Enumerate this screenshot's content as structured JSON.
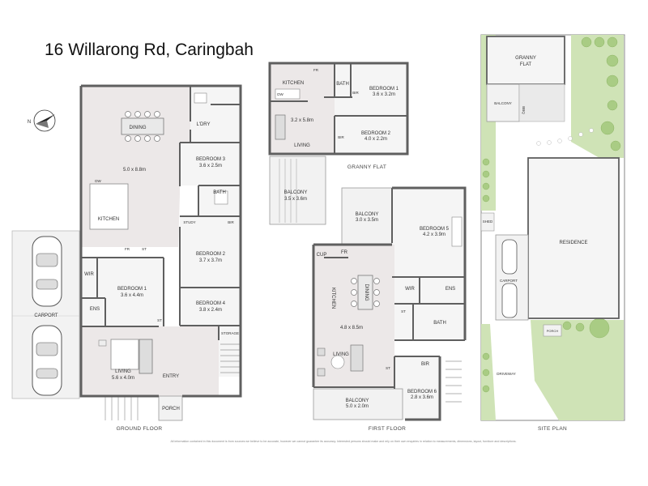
{
  "title": "16 Willarong Rd, Caringbah",
  "colors": {
    "wall": "#5f5f5f",
    "room": "#f5f5f5",
    "living": "#ece8e8",
    "outdoor": "#f2f2f2",
    "grass": "#cfe3b6",
    "tree": "#a9cc84",
    "frame": "#9a9a9a"
  },
  "compass_icon": "north-arrow-icon",
  "ground_floor": {
    "caption": "GROUND FLOOR",
    "dining": "DINING",
    "main_size": "5.0 x 8.8m",
    "kitchen": "KITCHEN",
    "dw": "DW",
    "fr": "FR",
    "st1": "ST",
    "lry": "L'DRY",
    "bedroom3": "BEDROOM 3",
    "bedroom3_size": "3.6 x 2.5m",
    "bath": "BATH",
    "study": "STUDY",
    "bir": "BIR",
    "bedroom2": "BEDROOM 2",
    "bedroom2_size": "3.7 x 3.7m",
    "wir": "WIR",
    "bedroom1": "BEDROOM 1",
    "bedroom1_size": "3.6 x 4.4m",
    "ens": "ENS",
    "st2": "ST",
    "bedroom4": "BEDROOM 4",
    "bedroom4_size": "3.8 x 2.4m",
    "carport": "CARPORT",
    "storage": "STORAGE",
    "living": "LIVING",
    "living_size": "5.6 x 4.0m",
    "entry": "ENTRY",
    "porch": "PORCH"
  },
  "granny_flat": {
    "caption": "GRANNY FLAT",
    "kitchen": "KITCHEN",
    "fr": "FR",
    "dw": "DW",
    "bath": "BATH",
    "bir1": "BIR",
    "bedroom1": "BEDROOM 1",
    "bedroom1_size": "3.6 x 3.2m",
    "living_size": "3.2 x 5.8m",
    "living": "LIVING",
    "bir2": "BIR",
    "bedroom2": "BEDROOM 2",
    "bedroom2_size": "4.0 x 2.2m",
    "balcony": "BALCONY",
    "balcony_size": "3.5 x 3.6m"
  },
  "first_floor": {
    "caption": "FIRST FLOOR",
    "balcony_top": "BALCONY",
    "balcony_top_size": "3.0 x 3.5m",
    "bedroom5": "BEDROOM 5",
    "bedroom5_size": "4.2 x 3.9m",
    "cup": "CUP",
    "fr": "FR",
    "kitchen": "KITCHEN",
    "dining": "DINING",
    "wir": "WIR",
    "ens": "ENS",
    "st1": "ST",
    "main_size": "4.8 x 8.5m",
    "bath": "BATH",
    "living": "LIVING",
    "bir": "BIR",
    "st2": "ST",
    "bedroom6": "BEDROOM 6",
    "bedroom6_size": "2.8 x 3.6m",
    "balcony_bottom": "BALCONY",
    "balcony_bottom_size": "5.0 x 2.0m"
  },
  "site_plan": {
    "caption": "SITE PLAN",
    "granny_flat": [
      "GRANNY",
      "FLAT"
    ],
    "balcony": "BALCONY",
    "bbq": "BBQ",
    "shed": "SHED",
    "residence": "RESIDENCE",
    "carport": "CARPORT",
    "porch": "PORCH",
    "driveway": "DRIVEWAY"
  },
  "disclaimer": "All information contained in this document is from sources we believe to be accurate, however we cannot guarantee its accuracy. Interested persons should make and rely on their own enquiries in relation to measurements, dimensions, layout, furniture and descriptions."
}
